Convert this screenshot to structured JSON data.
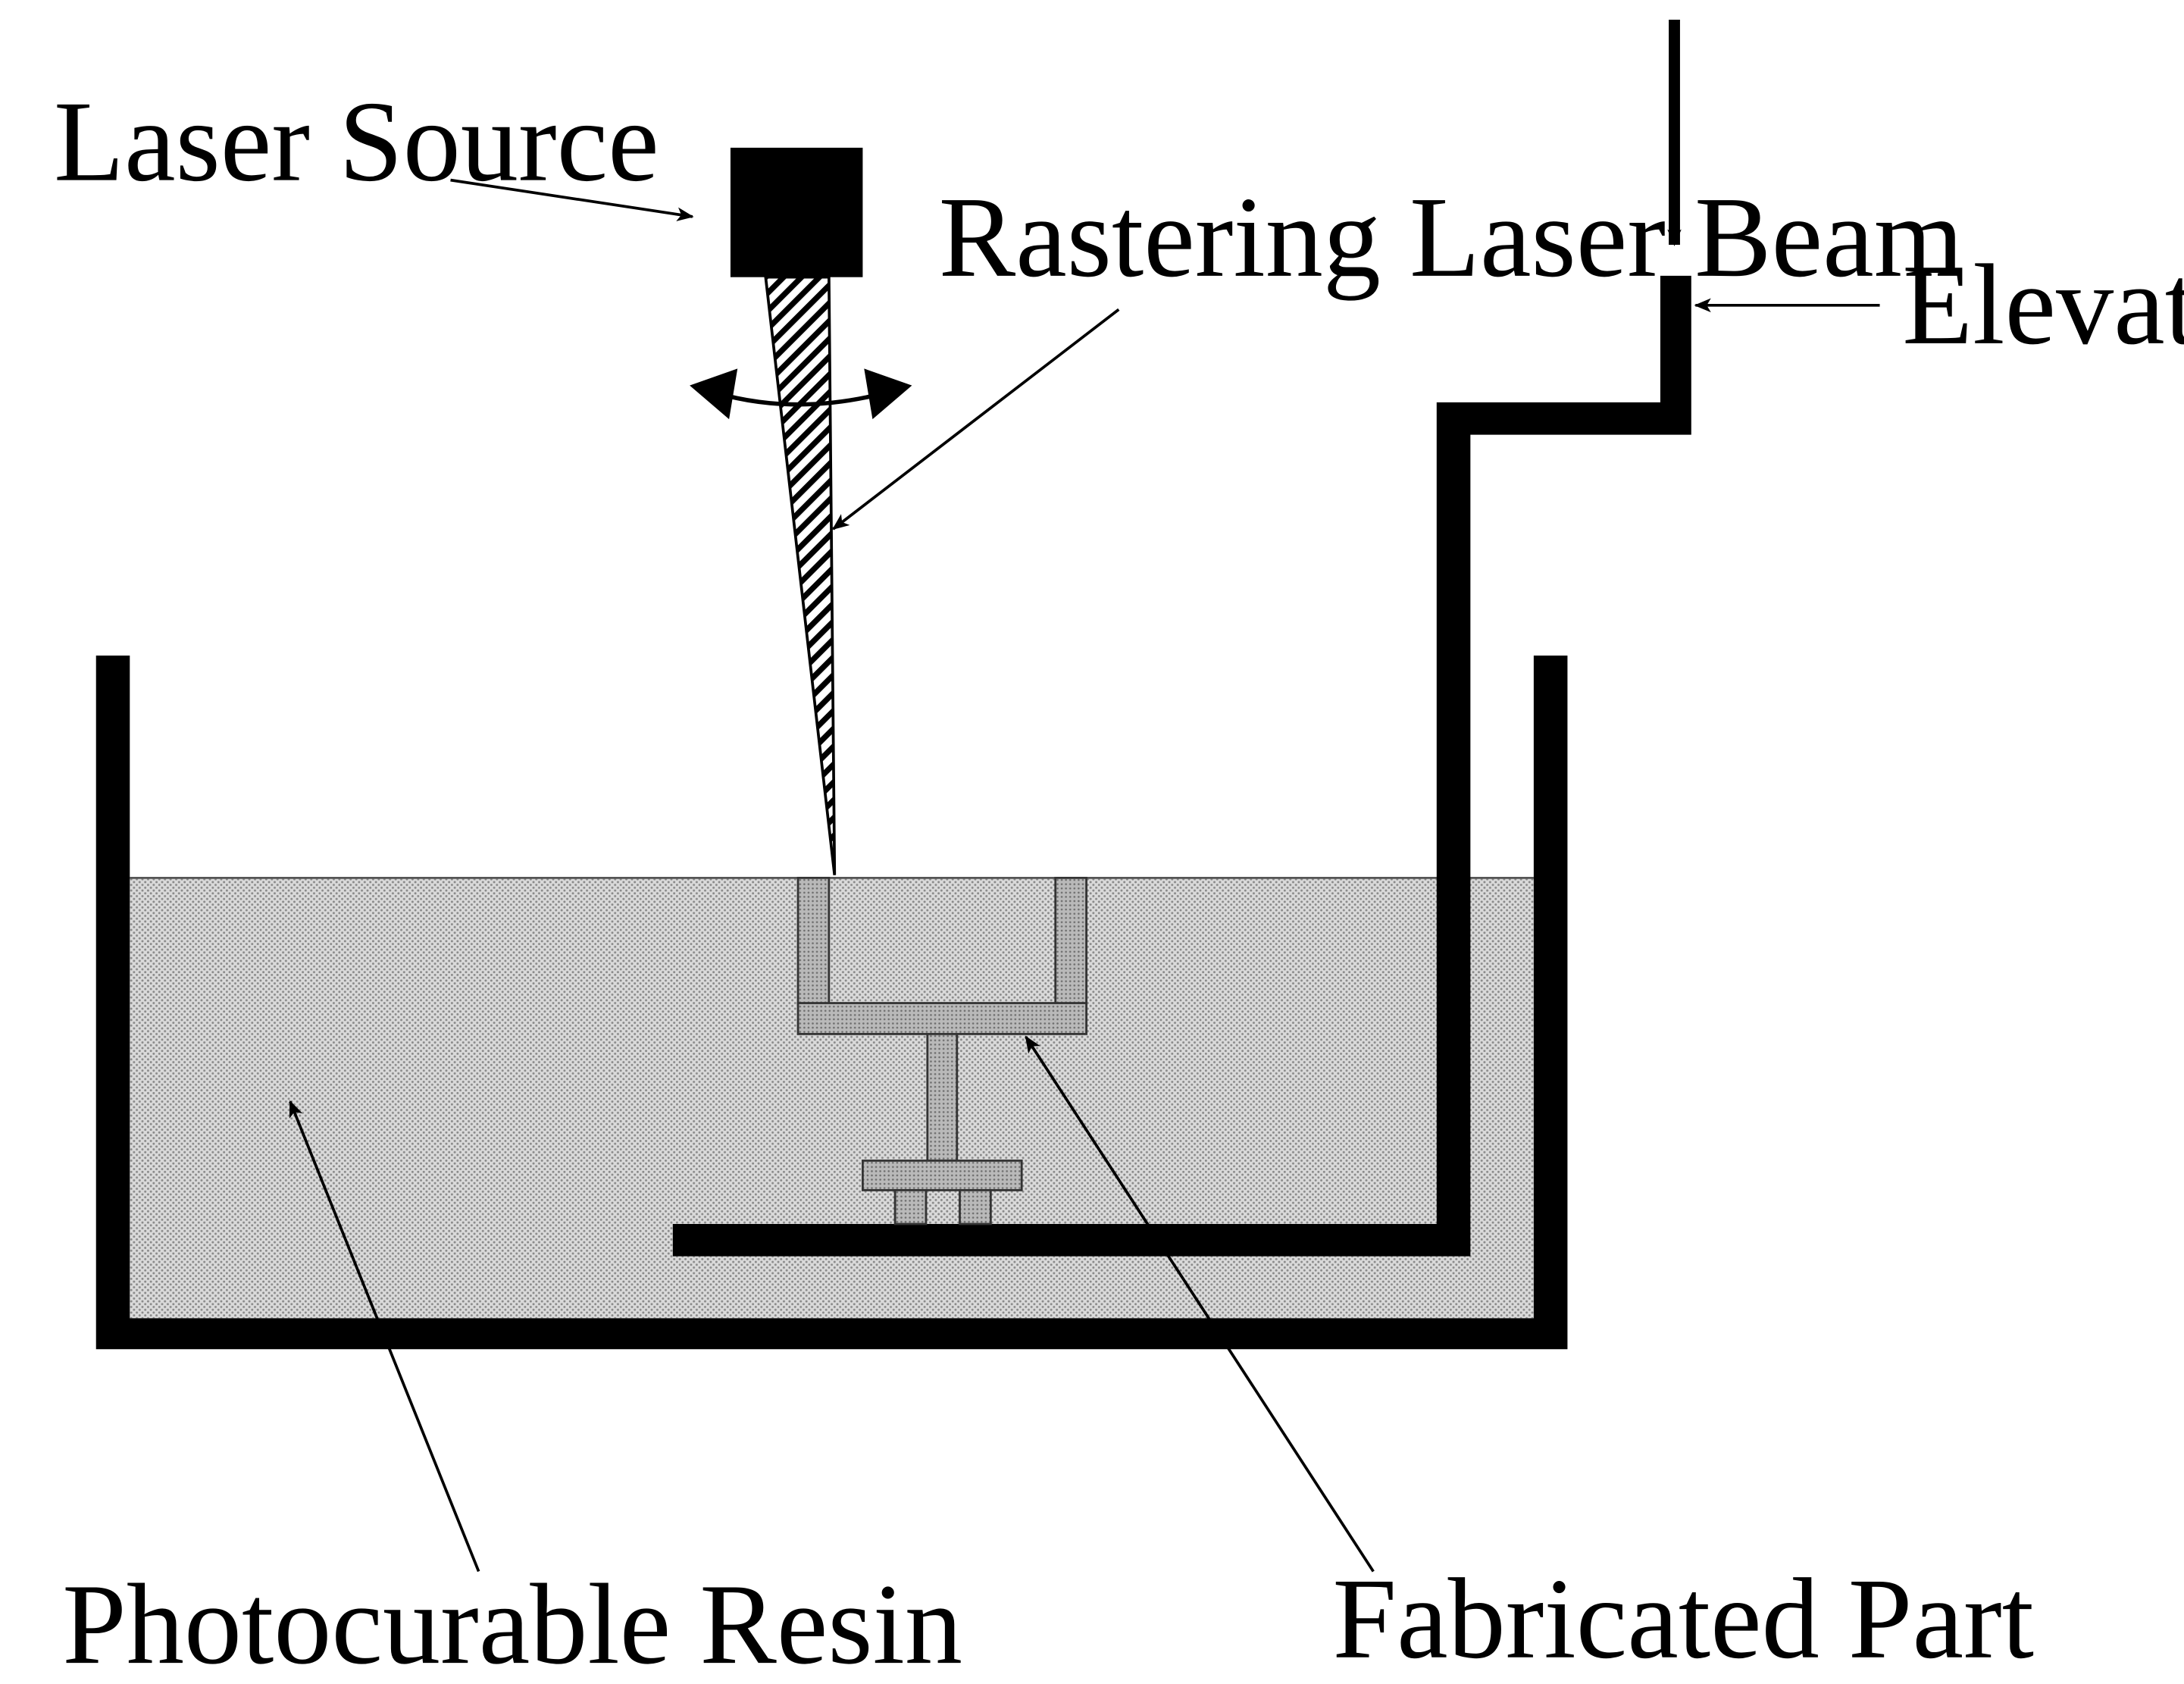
{
  "labels": {
    "laser_source": "Laser Source",
    "rastering_beam": "Rastering Laser Beam",
    "elevator": "Elevator",
    "resin": "Photocurable Resin",
    "part": "Fabricated Part"
  },
  "colors": {
    "ink": "#000000",
    "resin": "#d9d9d9",
    "part": "#b4b4b4",
    "background": "#ffffff"
  }
}
